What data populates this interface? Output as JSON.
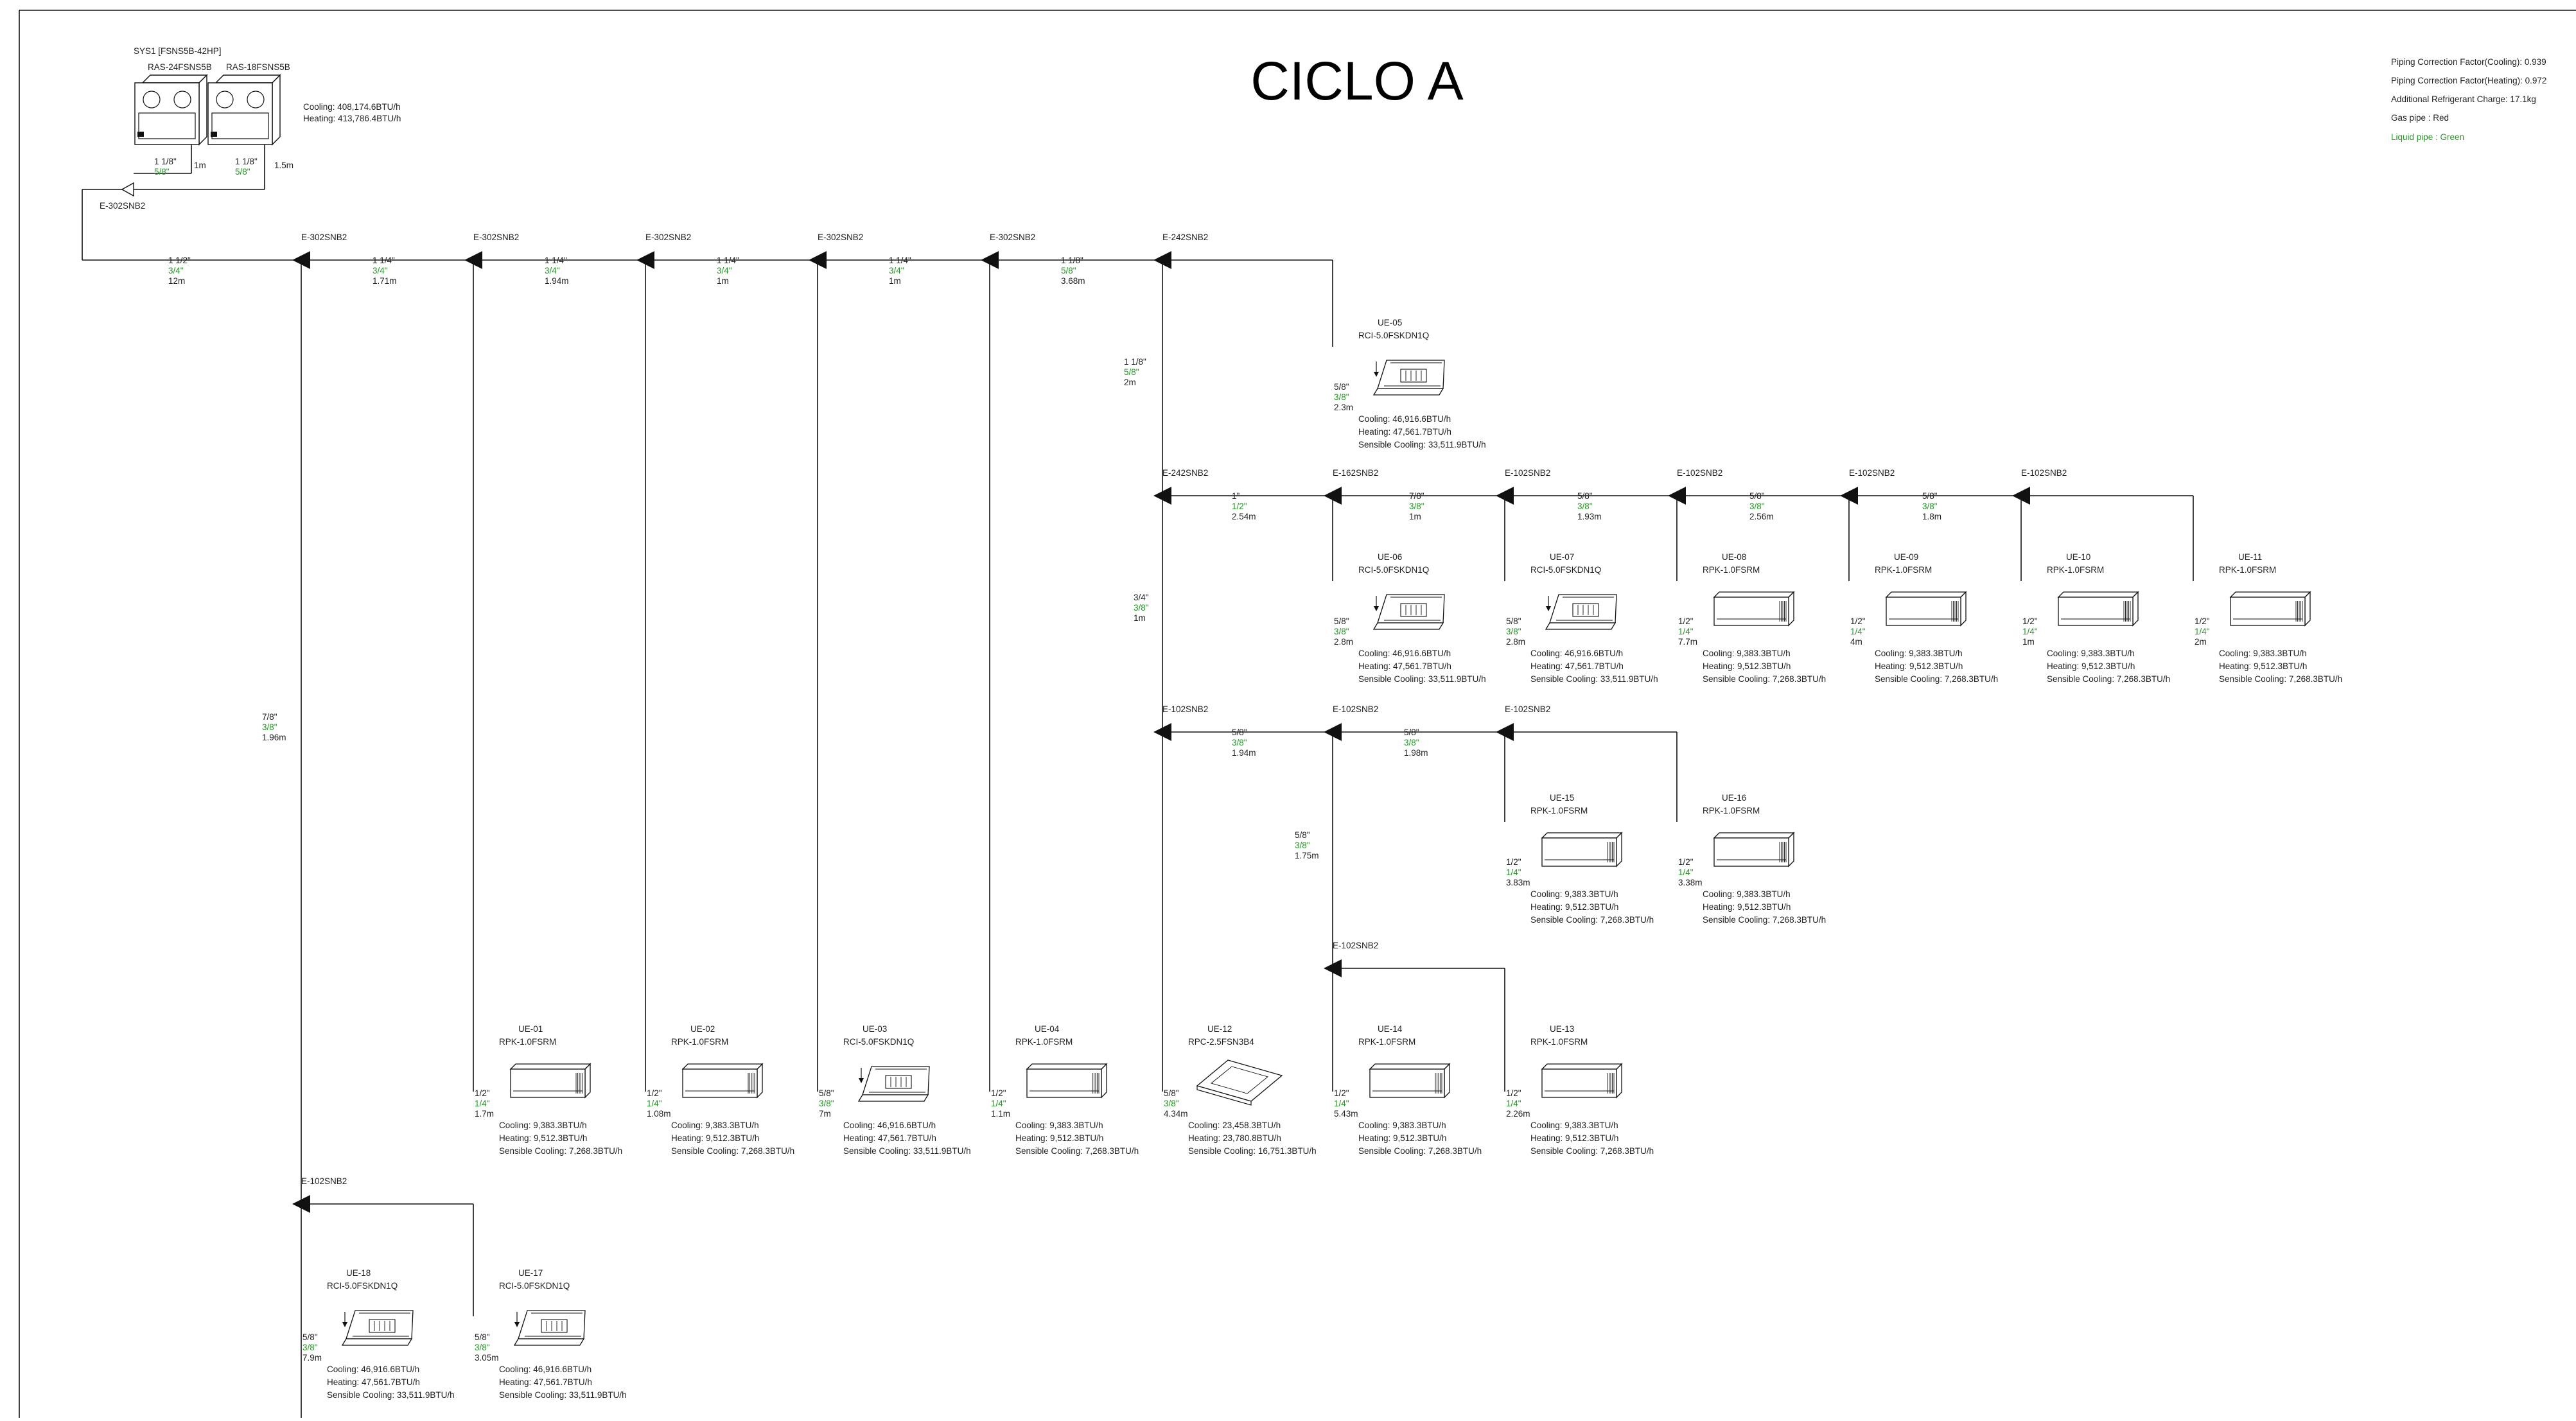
{
  "title": "CICLO A",
  "system": {
    "name": "SYS1 [FSNS5B-42HP]",
    "odu_left": "RAS-24FSNS5B",
    "odu_right": "RAS-18FSNS5B",
    "cooling": "Cooling: 408,174.6BTU/h",
    "heating": "Heating: 413,786.4BTU/h",
    "left_pipe": {
      "gas": "1 1/8\"",
      "liq": "5/8\"",
      "len": "1m"
    },
    "right_pipe": {
      "gas": "1 1/8\"",
      "liq": "5/8\"",
      "len": "1.5m"
    },
    "header_branch": "E-302SNB2"
  },
  "info": {
    "line1": "Piping Correction Factor(Cooling): 0.939",
    "line2": "Piping Correction Factor(Heating): 0.972",
    "line3": "Additional Refrigerant Charge: 17.1kg",
    "line4": "Gas pipe : Red",
    "line5": "Liquid pipe : Green"
  },
  "branches": [
    {
      "label": "E-302SNB2"
    },
    {
      "label": "E-302SNB2"
    },
    {
      "label": "E-302SNB2"
    },
    {
      "label": "E-302SNB2"
    },
    {
      "label": "E-302SNB2"
    },
    {
      "label": "E-242SNB2"
    },
    {
      "label": "E-242SNB2"
    },
    {
      "label": "E-162SNB2"
    },
    {
      "label": "E-102SNB2"
    },
    {
      "label": "E-102SNB2"
    },
    {
      "label": "E-102SNB2"
    },
    {
      "label": "E-102SNB2"
    },
    {
      "label": "E-102SNB2"
    },
    {
      "label": "E-102SNB2"
    },
    {
      "label": "E-102SNB2"
    },
    {
      "label": "E-102SNB2"
    },
    {
      "label": "E-102SNB2"
    }
  ],
  "pipes": [
    {
      "gas": "1 1/2\"",
      "liq": "3/4\"",
      "len": "12m"
    },
    {
      "gas": "1 1/4\"",
      "liq": "3/4\"",
      "len": "1.71m"
    },
    {
      "gas": "1 1/4\"",
      "liq": "3/4\"",
      "len": "1.94m"
    },
    {
      "gas": "1 1/4\"",
      "liq": "3/4\"",
      "len": "1m"
    },
    {
      "gas": "1 1/4\"",
      "liq": "3/4\"",
      "len": "1m"
    },
    {
      "gas": "1 1/8\"",
      "liq": "5/8\"",
      "len": "3.68m"
    },
    {
      "gas": "1 1/8\"",
      "liq": "5/8\"",
      "len": "2m"
    },
    {
      "gas": "1\"",
      "liq": "1/2\"",
      "len": "2.54m"
    },
    {
      "gas": "7/8\"",
      "liq": "3/8\"",
      "len": "1m"
    },
    {
      "gas": "5/8\"",
      "liq": "3/8\"",
      "len": "1.93m"
    },
    {
      "gas": "5/8\"",
      "liq": "3/8\"",
      "len": "2.56m"
    },
    {
      "gas": "5/8\"",
      "liq": "3/8\"",
      "len": "1.8m"
    },
    {
      "gas": "3/4\"",
      "liq": "3/8\"",
      "len": "1m"
    },
    {
      "gas": "5/8\"",
      "liq": "3/8\"",
      "len": "1.94m"
    },
    {
      "gas": "5/8\"",
      "liq": "3/8\"",
      "len": "1.98m"
    },
    {
      "gas": "5/8\"",
      "liq": "3/8\"",
      "len": "1.75m"
    },
    {
      "gas": "7/8\"",
      "liq": "3/8\"",
      "len": "1.96m"
    }
  ],
  "units": [
    {
      "id": "UE-01",
      "model": "RPK-1.0FSRM",
      "gas": "1/2\"",
      "liq": "1/4\"",
      "len": "1.7m",
      "cooling": "Cooling: 9,383.3BTU/h",
      "heating": "Heating: 9,512.3BTU/h",
      "sensible": "Sensible Cooling: 7,268.3BTU/h"
    },
    {
      "id": "UE-02",
      "model": "RPK-1.0FSRM",
      "gas": "1/2\"",
      "liq": "1/4\"",
      "len": "1.08m",
      "cooling": "Cooling: 9,383.3BTU/h",
      "heating": "Heating: 9,512.3BTU/h",
      "sensible": "Sensible Cooling: 7,268.3BTU/h"
    },
    {
      "id": "UE-03",
      "model": "RCI-5.0FSKDN1Q",
      "gas": "5/8\"",
      "liq": "3/8\"",
      "len": "7m",
      "cooling": "Cooling: 46,916.6BTU/h",
      "heating": "Heating: 47,561.7BTU/h",
      "sensible": "Sensible Cooling: 33,511.9BTU/h"
    },
    {
      "id": "UE-04",
      "model": "RPK-1.0FSRM",
      "gas": "1/2\"",
      "liq": "1/4\"",
      "len": "1.1m",
      "cooling": "Cooling: 9,383.3BTU/h",
      "heating": "Heating: 9,512.3BTU/h",
      "sensible": "Sensible Cooling: 7,268.3BTU/h"
    },
    {
      "id": "UE-05",
      "model": "RCI-5.0FSKDN1Q",
      "gas": "5/8\"",
      "liq": "3/8\"",
      "len": "2.3m",
      "cooling": "Cooling: 46,916.6BTU/h",
      "heating": "Heating: 47,561.7BTU/h",
      "sensible": "Sensible Cooling: 33,511.9BTU/h"
    },
    {
      "id": "UE-06",
      "model": "RCI-5.0FSKDN1Q",
      "gas": "5/8\"",
      "liq": "3/8\"",
      "len": "2.8m",
      "cooling": "Cooling: 46,916.6BTU/h",
      "heating": "Heating: 47,561.7BTU/h",
      "sensible": "Sensible Cooling: 33,511.9BTU/h"
    },
    {
      "id": "UE-07",
      "model": "RCI-5.0FSKDN1Q",
      "gas": "5/8\"",
      "liq": "3/8\"",
      "len": "2.8m",
      "cooling": "Cooling: 46,916.6BTU/h",
      "heating": "Heating: 47,561.7BTU/h",
      "sensible": "Sensible Cooling: 33,511.9BTU/h"
    },
    {
      "id": "UE-08",
      "model": "RPK-1.0FSRM",
      "gas": "1/2\"",
      "liq": "1/4\"",
      "len": "7.7m",
      "cooling": "Cooling: 9,383.3BTU/h",
      "heating": "Heating: 9,512.3BTU/h",
      "sensible": "Sensible Cooling: 7,268.3BTU/h"
    },
    {
      "id": "UE-09",
      "model": "RPK-1.0FSRM",
      "gas": "1/2\"",
      "liq": "1/4\"",
      "len": "4m",
      "cooling": "Cooling: 9,383.3BTU/h",
      "heating": "Heating: 9,512.3BTU/h",
      "sensible": "Sensible Cooling: 7,268.3BTU/h"
    },
    {
      "id": "UE-10",
      "model": "RPK-1.0FSRM",
      "gas": "1/2\"",
      "liq": "1/4\"",
      "len": "1m",
      "cooling": "Cooling: 9,383.3BTU/h",
      "heating": "Heating: 9,512.3BTU/h",
      "sensible": "Sensible Cooling: 7,268.3BTU/h"
    },
    {
      "id": "UE-11",
      "model": "RPK-1.0FSRM",
      "gas": "1/2\"",
      "liq": "1/4\"",
      "len": "2m",
      "cooling": "Cooling: 9,383.3BTU/h",
      "heating": "Heating: 9,512.3BTU/h",
      "sensible": "Sensible Cooling: 7,268.3BTU/h"
    },
    {
      "id": "UE-12",
      "model": "RPC-2.5FSN3B4",
      "gas": "5/8\"",
      "liq": "3/8\"",
      "len": "4.34m",
      "cooling": "Cooling: 23,458.3BTU/h",
      "heating": "Heating: 23,780.8BTU/h",
      "sensible": "Sensible Cooling: 16,751.3BTU/h"
    },
    {
      "id": "UE-13",
      "model": "RPK-1.0FSRM",
      "gas": "1/2\"",
      "liq": "1/4\"",
      "len": "2.26m",
      "cooling": "Cooling: 9,383.3BTU/h",
      "heating": "Heating: 9,512.3BTU/h",
      "sensible": "Sensible Cooling: 7,268.3BTU/h"
    },
    {
      "id": "UE-14",
      "model": "RPK-1.0FSRM",
      "gas": "1/2\"",
      "liq": "1/4\"",
      "len": "5.43m",
      "cooling": "Cooling: 9,383.3BTU/h",
      "heating": "Heating: 9,512.3BTU/h",
      "sensible": "Sensible Cooling: 7,268.3BTU/h"
    },
    {
      "id": "UE-15",
      "model": "RPK-1.0FSRM",
      "gas": "1/2\"",
      "liq": "1/4\"",
      "len": "3.83m",
      "cooling": "Cooling: 9,383.3BTU/h",
      "heating": "Heating: 9,512.3BTU/h",
      "sensible": "Sensible Cooling: 7,268.3BTU/h"
    },
    {
      "id": "UE-16",
      "model": "RPK-1.0FSRM",
      "gas": "1/2\"",
      "liq": "1/4\"",
      "len": "3.38m",
      "cooling": "Cooling: 9,383.3BTU/h",
      "heating": "Heating: 9,512.3BTU/h",
      "sensible": "Sensible Cooling: 7,268.3BTU/h"
    },
    {
      "id": "UE-17",
      "model": "RCI-5.0FSKDN1Q",
      "gas": "5/8\"",
      "liq": "3/8\"",
      "len": "3.05m",
      "cooling": "Cooling: 46,916.6BTU/h",
      "heating": "Heating: 47,561.7BTU/h",
      "sensible": "Sensible Cooling: 33,511.9BTU/h"
    },
    {
      "id": "UE-18",
      "model": "RCI-5.0FSKDN1Q",
      "gas": "5/8\"",
      "liq": "3/8\"",
      "len": "7.9m",
      "cooling": "Cooling: 46,916.6BTU/h",
      "heating": "Heating: 47,561.7BTU/h",
      "sensible": "Sensible Cooling: 33,511.9BTU/h"
    }
  ]
}
